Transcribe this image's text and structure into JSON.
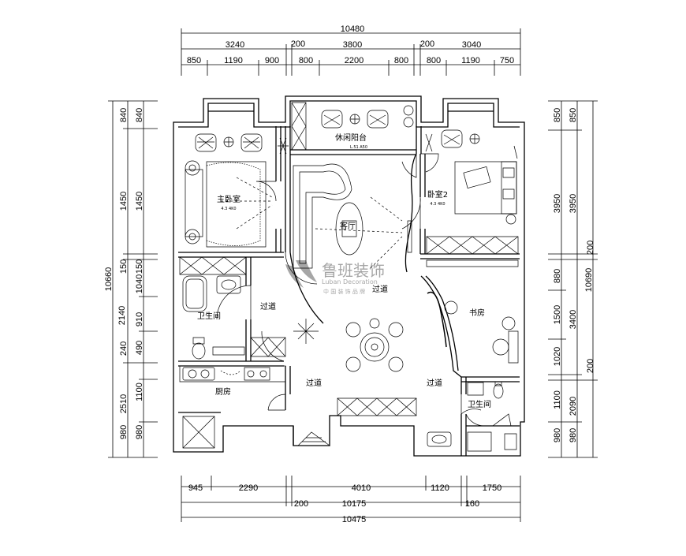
{
  "dimensions": {
    "top": {
      "total": "10480",
      "row2": [
        "3240",
        "200",
        "3800",
        "200",
        "3040"
      ],
      "row3": [
        "850",
        "1190",
        "900",
        "800",
        "2200",
        "800",
        "800",
        "1190",
        "750"
      ]
    },
    "bottom": {
      "row1": [
        "945",
        "2290",
        "4010",
        "1120",
        "1750"
      ],
      "row2": [
        "200",
        "10175",
        "160"
      ],
      "total": "10475"
    },
    "left": {
      "total": "10660",
      "inner": [
        "840",
        "1450",
        "150",
        "1040",
        "2140",
        "910",
        "240",
        "490",
        "1100",
        "2510",
        "980"
      ],
      "outer": [
        "840",
        "1450",
        "150",
        "240",
        "2510",
        "980"
      ]
    },
    "right": {
      "inner": [
        "850",
        "3950",
        "200",
        "880",
        "1500",
        "3400",
        "1020",
        "200",
        "1100",
        "2090",
        "980"
      ],
      "outer": [
        "850",
        "3950",
        "10690",
        "200",
        "2090",
        "980"
      ]
    }
  },
  "rooms": {
    "leisure_balcony": "休闲阳台",
    "master_bedroom": "主卧室",
    "bedroom2": "卧室2",
    "living_room": "客厅",
    "corridor": "过道",
    "bathroom": "卫生间",
    "study": "书房",
    "kitchen": "厨房",
    "corridor2": "过道",
    "corridor3": "过道",
    "corridor4": "过道",
    "bathroom2": "卫生间"
  },
  "watermark": {
    "brand": "鲁班装饰",
    "sub": "Luban Decoration",
    "tagline": "中 国 装 饰 品 牌"
  }
}
